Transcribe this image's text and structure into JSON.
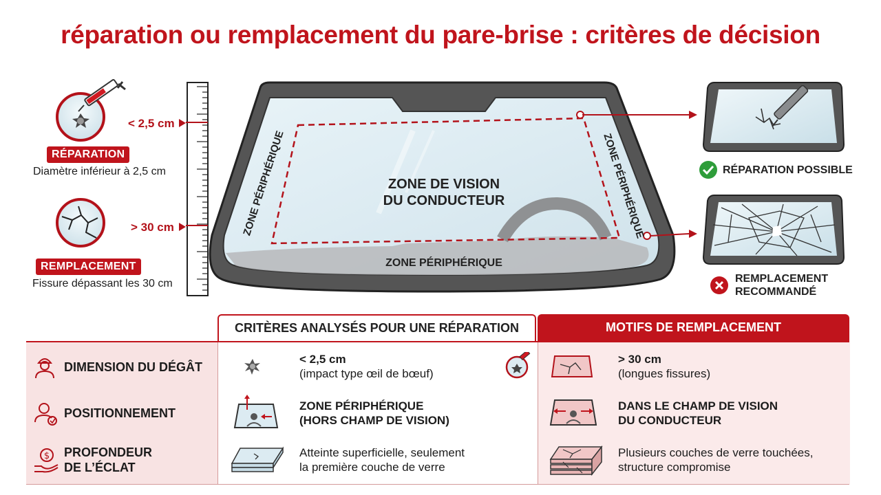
{
  "title": "réparation ou remplacement du pare-brise : critères de décision",
  "left_panel": {
    "repair": {
      "threshold": "< 2,5 cm",
      "badge": "RÉPARATION",
      "caption": "Diamètre inférieur à 2,5 cm"
    },
    "replace": {
      "threshold": "> 30 cm",
      "badge": "REMPLACEMENT",
      "caption": "Fissure dépassant les 30 cm"
    }
  },
  "windshield": {
    "vision_zone": [
      "ZONE DE VISION",
      "DU CONDUCTEUR"
    ],
    "peripheral_left": "ZONE PÉRIPHÉRIQUE",
    "peripheral_right": "ZONE PÉRIPHÉRIQUE",
    "peripheral_bottom": "ZONE PÉRIPHÉRIQUE"
  },
  "right_panel": {
    "repair_status": "RÉPARATION POSSIBLE",
    "replace_status": [
      "REMPLACEMENT",
      "RECOMMANDÉ"
    ]
  },
  "table": {
    "header_criteria": "CRITÈRES ANALYSÉS POUR UNE RÉPARATION",
    "header_reasons": "MOTIFS DE REMPLACEMENT",
    "rows": [
      {
        "category": [
          "DIMENSION DU DÉGÂT"
        ],
        "criteria": [
          "< 2,5 cm",
          "(impact type œil de bœuf)"
        ],
        "reason": [
          "> 30 cm",
          "(longues fissures)"
        ]
      },
      {
        "category": [
          "POSITIONNEMENT"
        ],
        "criteria": [
          "ZONE PÉRIPHÉRIQUE",
          "(HORS CHAMP DE VISION)"
        ],
        "reason": [
          "DANS LE CHAMP DE VISION",
          "DU CONDUCTEUR"
        ]
      },
      {
        "category": [
          "PROFONDEUR",
          "DE L’ÉCLAT"
        ],
        "criteria": [
          "Atteinte superficielle, seulement",
          "la première couche de verre"
        ],
        "reason": [
          "Plusieurs couches de verre touchées,",
          "structure compromise"
        ]
      }
    ]
  },
  "colors": {
    "accent": "#c0141c",
    "ok": "#2e9d3a",
    "glass": "#dcebf2"
  },
  "icons": [
    "syringe-icon",
    "impact-icon",
    "crack-icon",
    "ruler-icon",
    "check-icon",
    "cross-icon",
    "worker-icon",
    "person-target-icon",
    "money-hand-icon",
    "glass-layers-icon"
  ]
}
